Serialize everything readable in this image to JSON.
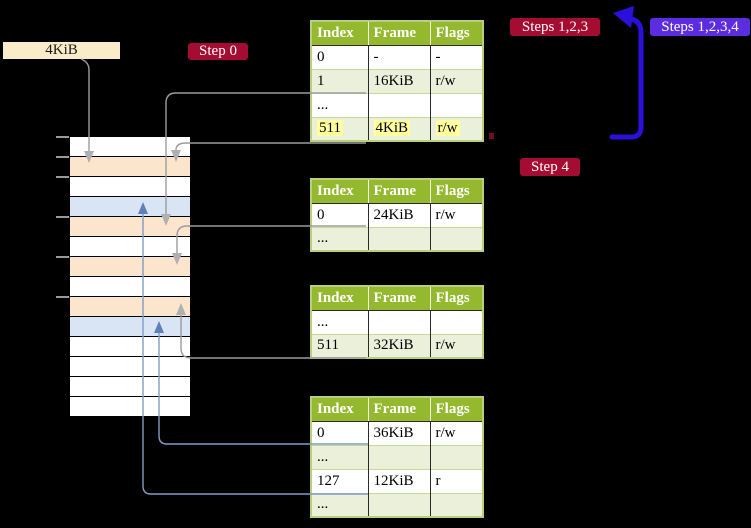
{
  "labels": {
    "page_size_box": "4KiB",
    "step0": "Step 0",
    "steps123": "Steps 1,2,3",
    "steps1234": "Steps 1,2,3,4",
    "step4": "Step 4"
  },
  "tables": [
    {
      "headers": [
        "Index",
        "Frame",
        "Flags"
      ],
      "rows": [
        {
          "cells": [
            "0",
            "-",
            "-"
          ],
          "shaded": false,
          "highlight": false
        },
        {
          "cells": [
            "1",
            "16KiB",
            "r/w"
          ],
          "shaded": true,
          "highlight": false
        },
        {
          "cells": [
            "...",
            "",
            ""
          ],
          "shaded": false,
          "highlight": false
        },
        {
          "cells": [
            "511",
            "4KiB",
            "r/w"
          ],
          "shaded": true,
          "highlight": true
        }
      ]
    },
    {
      "headers": [
        "Index",
        "Frame",
        "Flags"
      ],
      "rows": [
        {
          "cells": [
            "0",
            "24KiB",
            "r/w"
          ],
          "shaded": false,
          "highlight": false
        },
        {
          "cells": [
            "...",
            "",
            ""
          ],
          "shaded": true,
          "highlight": false
        }
      ]
    },
    {
      "headers": [
        "Index",
        "Frame",
        "Flags"
      ],
      "rows": [
        {
          "cells": [
            "...",
            "",
            ""
          ],
          "shaded": false,
          "highlight": false
        },
        {
          "cells": [
            "511",
            "32KiB",
            "r/w"
          ],
          "shaded": true,
          "highlight": false
        }
      ]
    },
    {
      "headers": [
        "Index",
        "Frame",
        "Flags"
      ],
      "rows": [
        {
          "cells": [
            "0",
            "36KiB",
            "r/w"
          ],
          "shaded": false,
          "highlight": false
        },
        {
          "cells": [
            "...",
            "",
            ""
          ],
          "shaded": true,
          "highlight": false
        },
        {
          "cells": [
            "127",
            "12KiB",
            "r"
          ],
          "shaded": false,
          "highlight": false
        },
        {
          "cells": [
            "...",
            "",
            ""
          ],
          "shaded": true,
          "highlight": false
        }
      ]
    }
  ],
  "memory_strip": {
    "rows": [
      "white",
      "peach",
      "white",
      "blue",
      "peach",
      "white",
      "peach",
      "white",
      "peach",
      "blue",
      "white",
      "white",
      "white",
      "white"
    ]
  },
  "colors": {
    "table_header_green": "#94b92f",
    "table_row_shade": "#eaf0da",
    "table_border": "#b9cf7a",
    "highlight_yellow": "#ffff9e",
    "frame_peach": "#fce5cd",
    "frame_light_blue": "#d9e4f5",
    "badge_red": "#a40d31",
    "badge_purple": "#5b2ce0",
    "loop_arrow_blue": "#2b10dc",
    "connector_gray": "#9c9c9c",
    "connector_steel_blue": "#7f9cc7",
    "page_size_box_cream": "#f8ecc9"
  }
}
